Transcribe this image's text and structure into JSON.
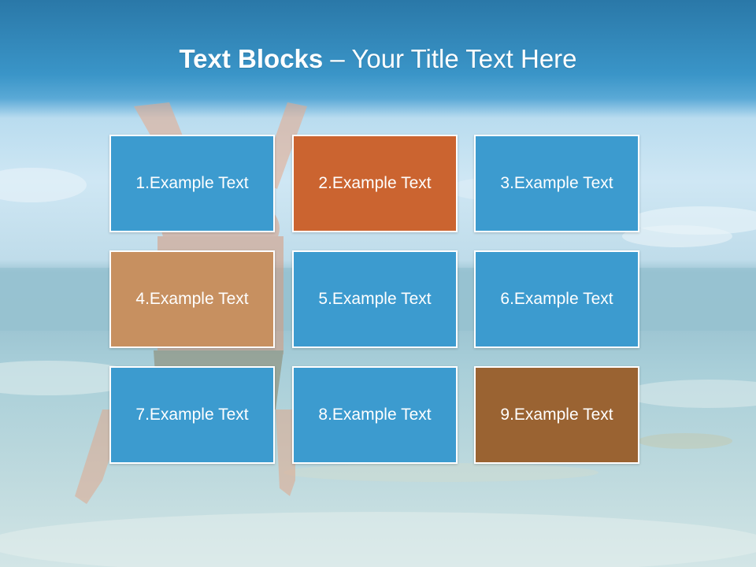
{
  "slide": {
    "title_bold": "Text Blocks",
    "title_separator": " – ",
    "title_rest": "Your Title Text Here"
  },
  "colors": {
    "blue_block": "#3c9bcf",
    "orange_block": "#cb6430",
    "tan_block": "#c79060",
    "brown_block": "#9a6332",
    "block_border": "#ffffff",
    "title_text": "#ffffff"
  },
  "blocks": [
    {
      "label": "1.Example Text",
      "color": "#3c9bcf"
    },
    {
      "label": "2.Example Text",
      "color": "#cb6430"
    },
    {
      "label": "3.Example Text",
      "color": "#3c9bcf"
    },
    {
      "label": "4.Example Text",
      "color": "#c79060"
    },
    {
      "label": "5.Example Text",
      "color": "#3c9bcf"
    },
    {
      "label": "6.Example Text",
      "color": "#3c9bcf"
    },
    {
      "label": "7.Example Text",
      "color": "#3c9bcf"
    },
    {
      "label": "8.Example Text",
      "color": "#3c9bcf"
    },
    {
      "label": "9.Example Text",
      "color": "#9a6332"
    }
  ]
}
